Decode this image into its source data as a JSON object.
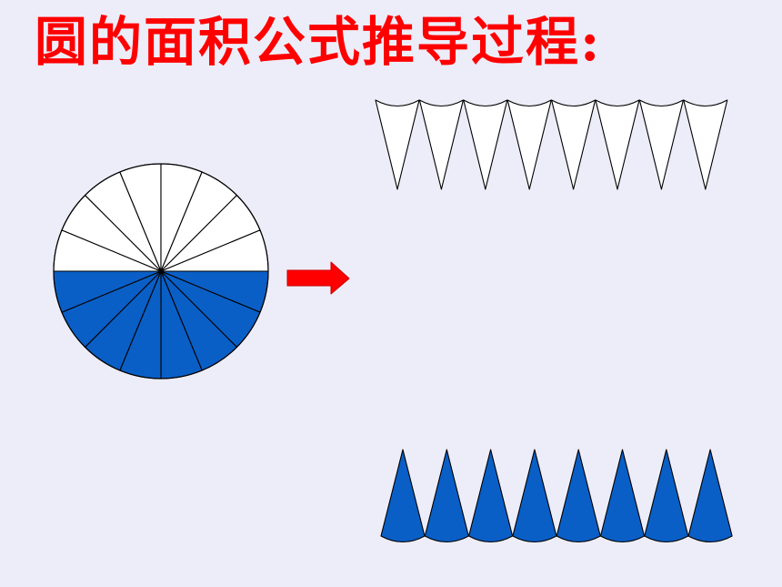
{
  "title": "圆的面积公式推导过程:",
  "colors": {
    "background": "#ededf9",
    "title": "#ff0000",
    "fill_blue": "#0a5fc6",
    "fill_white": "#ffffff",
    "stroke": "#000000",
    "arrow": "#ff0000",
    "arrow_border": "#cc0000"
  },
  "circle": {
    "sector_count": 16,
    "top_half_fill": "white",
    "bottom_half_fill": "blue"
  },
  "top_row": {
    "sector_count": 8,
    "fill": "white",
    "orientation": "point-down"
  },
  "bottom_row": {
    "sector_count": 8,
    "fill": "blue",
    "orientation": "point-up"
  },
  "arrow": {
    "direction": "right",
    "icon": "right-arrow-icon"
  }
}
